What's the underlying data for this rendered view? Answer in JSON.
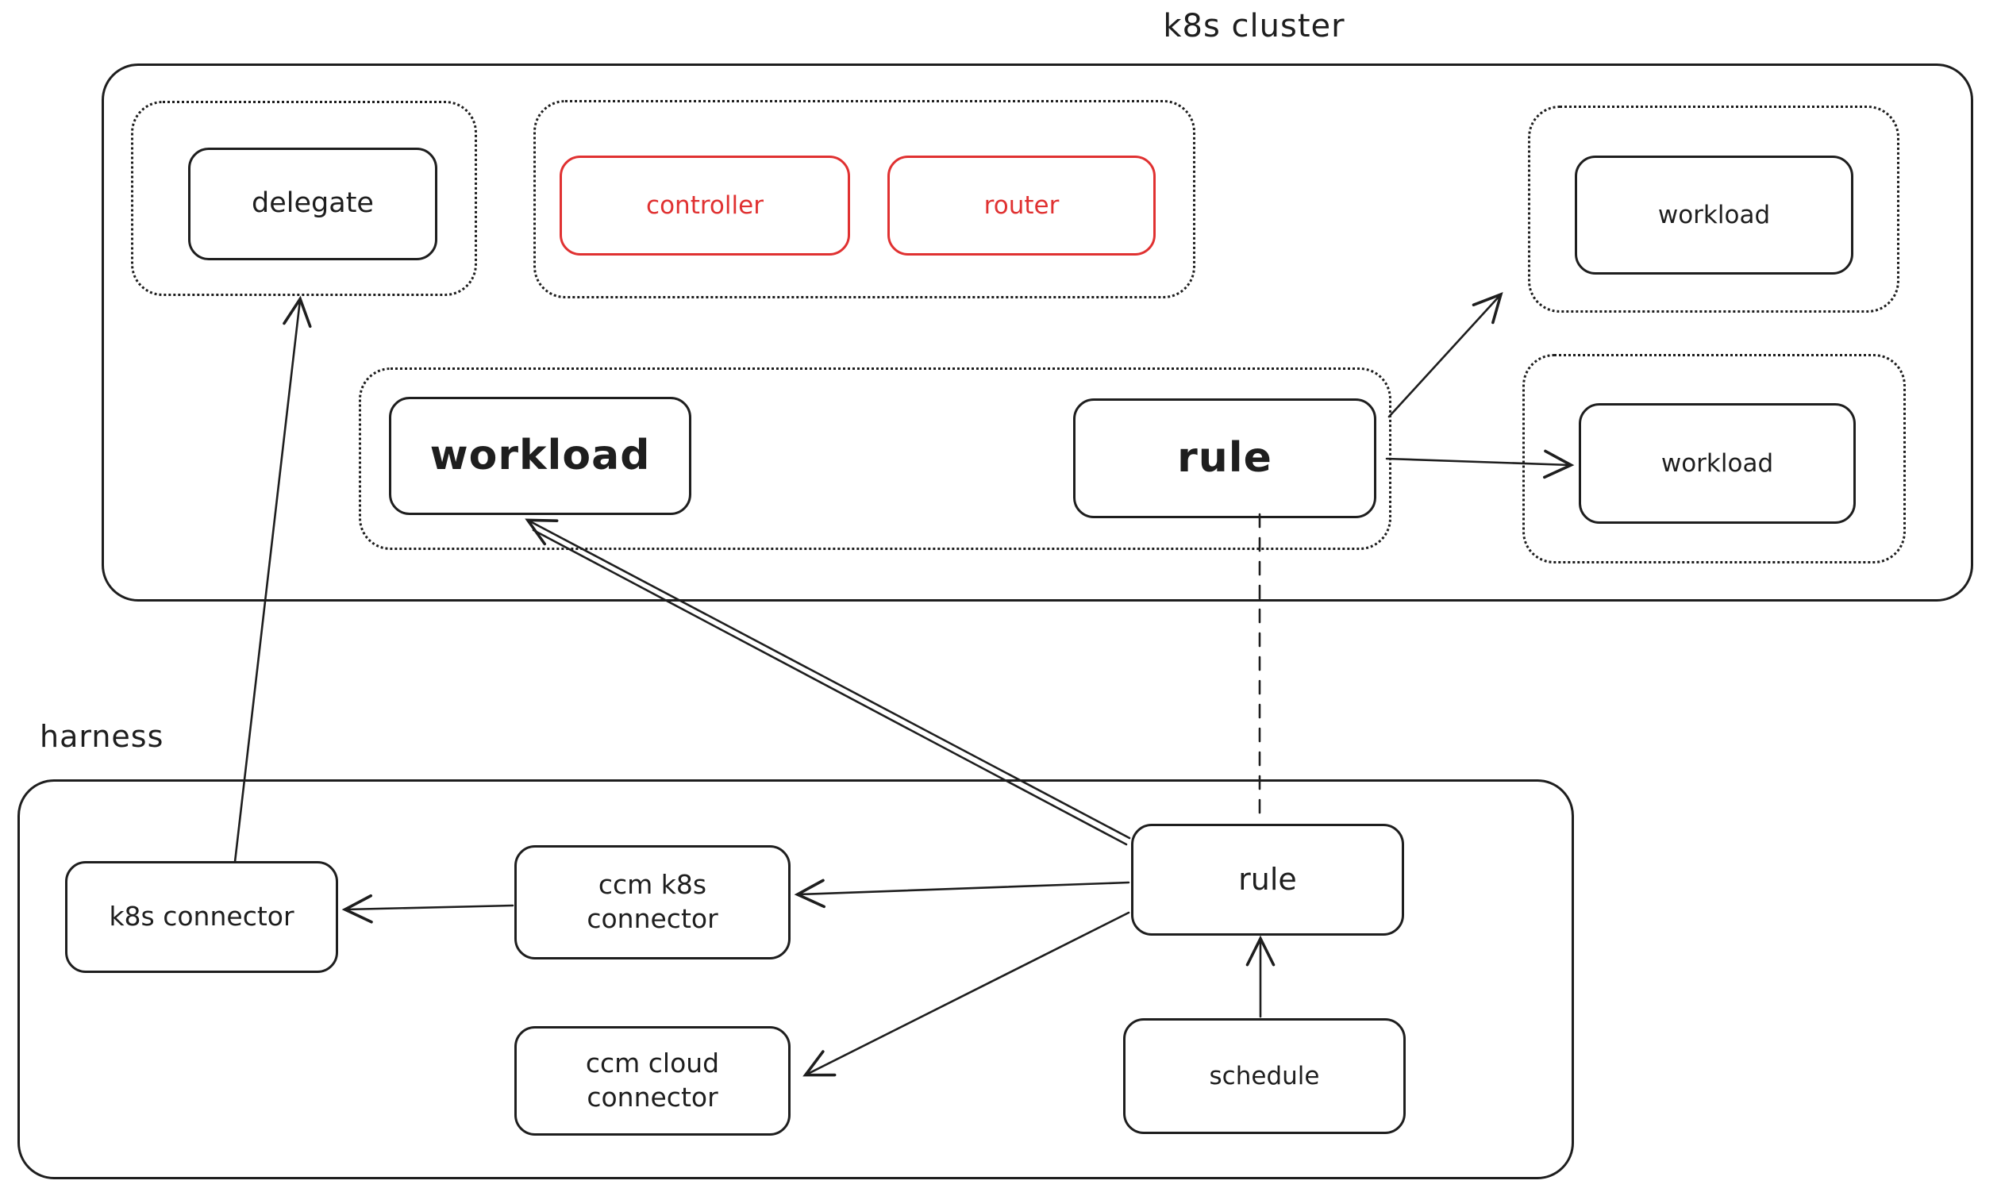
{
  "diagram": {
    "colors": {
      "stroke": "#1e1e1e",
      "accent_red": "#e03131",
      "background": "#ffffff"
    },
    "groups": {
      "k8s_cluster": {
        "title": "k8s cluster"
      },
      "harness": {
        "title": "harness"
      }
    },
    "nodes": {
      "delegate": {
        "label": "delegate"
      },
      "controller": {
        "label": "controller"
      },
      "router": {
        "label": "router"
      },
      "workload_top_right": {
        "label": "workload"
      },
      "workload_mid_right": {
        "label": "workload"
      },
      "workload_main": {
        "label": "workload"
      },
      "rule_cluster": {
        "label": "rule"
      },
      "k8s_connector": {
        "label": "k8s connector"
      },
      "ccm_k8s_connector": {
        "line1": "ccm k8s",
        "line2": "connector"
      },
      "ccm_cloud_connector": {
        "line1": "ccm cloud",
        "line2": "connector"
      },
      "rule_harness": {
        "label": "rule"
      },
      "schedule": {
        "label": "schedule"
      }
    },
    "edges": [
      {
        "from": "k8s connector",
        "to": "delegate",
        "style": "solid-arrow"
      },
      {
        "from": "ccm k8s connector",
        "to": "k8s connector",
        "style": "solid-arrow"
      },
      {
        "from": "rule (harness)",
        "to": "ccm k8s connector",
        "style": "solid-arrow"
      },
      {
        "from": "rule (harness)",
        "to": "ccm cloud connector",
        "style": "solid-arrow"
      },
      {
        "from": "schedule",
        "to": "rule (harness)",
        "style": "solid-arrow"
      },
      {
        "from": "rule (harness)",
        "to": "workload (k8s cluster)",
        "style": "double-line-arrow"
      },
      {
        "from": "rule (k8s cluster)",
        "to": "workload (top right)",
        "style": "solid-arrow"
      },
      {
        "from": "rule (k8s cluster)",
        "to": "workload (right)",
        "style": "solid-arrow"
      },
      {
        "from": "rule (k8s cluster)",
        "to": "rule (harness)",
        "style": "dashed-line"
      }
    ]
  }
}
